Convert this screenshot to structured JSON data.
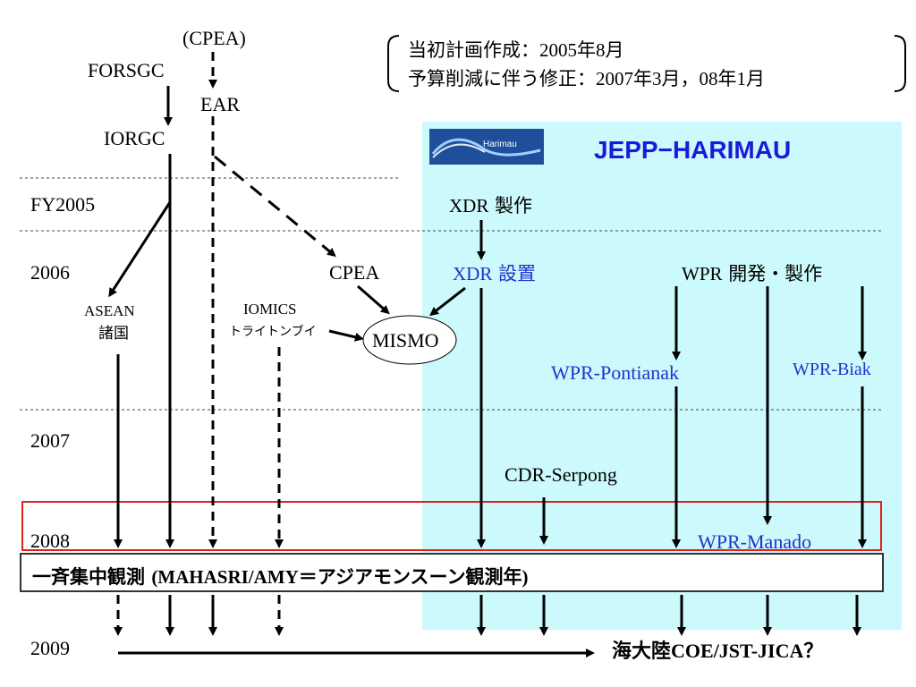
{
  "header_note": {
    "line1_label": "当初計画作成：",
    "line1_value": "2005年8月",
    "line2_label": "予算削減に伴う修正：",
    "line2_value": "2007年3月，08年1月"
  },
  "project": {
    "title": "JEPP−HARIMAU",
    "logo_text": "Harimau"
  },
  "years": [
    "FY2005",
    "2006",
    "2007",
    "2008",
    "2009"
  ],
  "nodes": {
    "cpea_top": "(CPEA)",
    "forsgc": "FORSGC",
    "ear": "EAR",
    "iorgc": "IORGC",
    "asean_line1": "ASEAN",
    "asean_line2": "諸国",
    "iomics_line1": "IOMICS",
    "iomics_line2": "トライトンブイ",
    "cpea": "CPEA",
    "mismo": "MISMO",
    "xdr_make": "XDR 製作",
    "xdr_install": "XDR 設置",
    "wpr_dev": "WPR 開発・製作",
    "wpr_pontianak": "WPR-Pontianak",
    "wpr_biak": "WPR-Biak",
    "cdr_serpong": "CDR-Serpong",
    "wpr_manado": "WPR-Manado"
  },
  "observation": {
    "jp_prefix": "一斉集中観測 ",
    "latin_part": "(MAHASRI/AMY",
    "jp_suffix": "＝アジアモンスーン観測年",
    "close": ")"
  },
  "future": {
    "jp": "海大陸",
    "latin": "COE/JST-JICA？"
  },
  "colors": {
    "panel": "#ccf9fb",
    "highlight": "#e0201c",
    "blue_text": "#2233cc",
    "title_blue": "#1a1adc"
  }
}
